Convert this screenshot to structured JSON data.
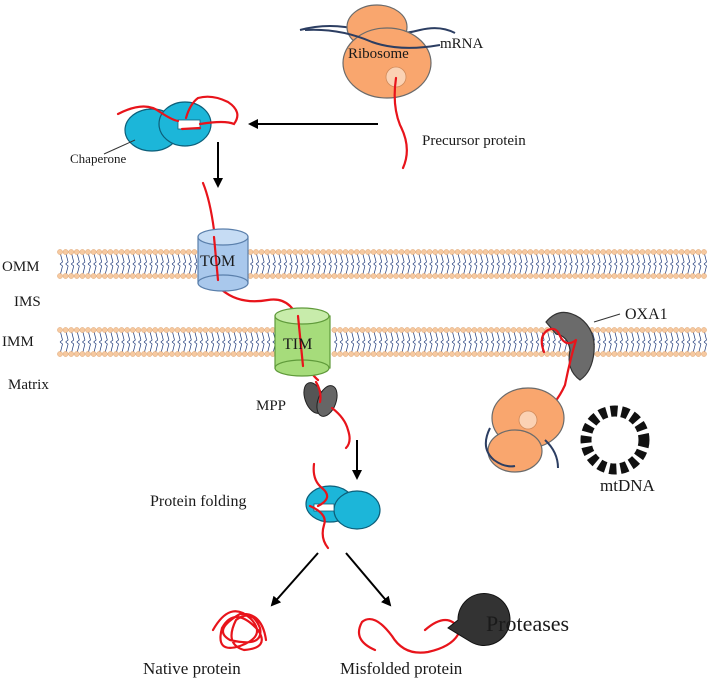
{
  "labels": {
    "ribosome": "Ribosome",
    "mrna": "mRNA",
    "precursor": "Precursor protein",
    "chaperone": "Chaperone",
    "omm": "OMM",
    "ims": "IMS",
    "imm": "IMM",
    "matrix": "Matrix",
    "tom": "TOM",
    "tim": "TIM",
    "oxa1": "OXA1",
    "mpp": "MPP",
    "mtdna": "mtDNA",
    "folding": "Protein folding",
    "proteases": "Proteases",
    "native": "Native protein",
    "misfolded": "Misfolded protein"
  },
  "colors": {
    "ribosome": "#f9a66e",
    "chaperone": "#1cb6d9",
    "tom": "#a9c8ec",
    "tim": "#a6dc7b",
    "membrane_head": "#f6c9a0",
    "membrane_tail": "#1f3a7a",
    "protein_chain": "#e8141b",
    "mpp": "#555555",
    "oxa1": "#6b6b6b",
    "protease": "#333333"
  }
}
